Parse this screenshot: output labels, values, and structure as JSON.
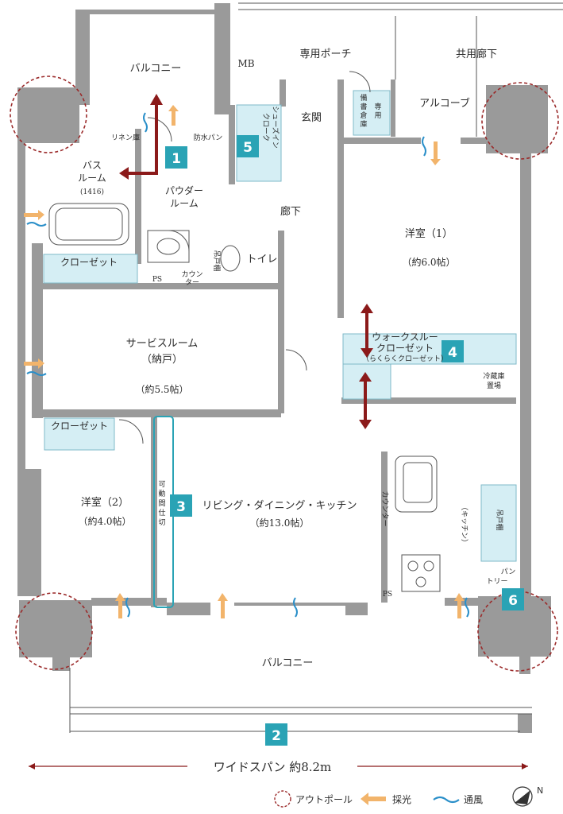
{
  "rooms": {
    "balcony_top": "バルコニー",
    "mb": "MB",
    "private_porch": "専用ポーチ",
    "common_corridor": "共用廊下",
    "alcove": "アルコーブ",
    "linen": "リネン庫",
    "bath_line1": "バス",
    "bath_line2": "ルーム",
    "bath_size": "(1416)",
    "waterproof_pan": "防水パン",
    "shoes_in_cloak_line1": "シューズイン",
    "shoes_in_cloak_line2": "クローク",
    "entrance": "玄関",
    "storage_line1": "備",
    "storage_line2": "書",
    "storage_line3": "倉",
    "storage_line4": "庫",
    "storage_col2_line1": "専",
    "storage_col2_line2": "用",
    "powder_line1": "パウダー",
    "powder_line2": "ルーム",
    "hallway": "廊下",
    "western1": "洋室（1）",
    "western1_size": "（約6.0帖）",
    "hanging_shelf": "吊戸棚",
    "toilet": "トイレ",
    "ps": "PS",
    "counter_line1": "カウン",
    "counter_line2": "ター",
    "closet": "クローゼット",
    "service_room_line1": "サービスルーム",
    "service_room_line2": "（納戸）",
    "service_room_size": "（約5.5帖）",
    "walk_through_line1": "ウォークスルー",
    "walk_through_line2": "クローゼット",
    "walk_through_line3": "（らくらくクローゼット）",
    "fridge_line1": "冷蔵庫",
    "fridge_line2": "置場",
    "closet2": "クローゼット",
    "western2": "洋室（2）",
    "western2_size": "（約4.0帖）",
    "movable_partition_line1": "可",
    "movable_partition_line2": "動",
    "movable_partition_line3": "間",
    "movable_partition_line4": "仕",
    "movable_partition_line5": "切",
    "ldk": "リビング・ダイニング・キッチン",
    "ldk_size": "（約13.0帖）",
    "kitchen_counter": "カウンター",
    "kitchen": "（キッチン）",
    "hanging_shelf2": "吊戸棚",
    "pantry_line1": "パン",
    "pantry_line2": "トリー",
    "ps2": "PS",
    "balcony_bottom": "バルコニー"
  },
  "badges": [
    "1",
    "2",
    "3",
    "4",
    "5",
    "6"
  ],
  "wide_span": "ワイドスパン 約8.2m",
  "legend": {
    "outpole": "アウトポール",
    "daylight": "採光",
    "ventilation": "通風"
  },
  "colors": {
    "wall": "#9a9a9a",
    "badge": "#2aa3b5",
    "closet_fill": "#d5eef4",
    "arrow_red": "#8b1a1a",
    "daylight": "#f2b46b",
    "ventilation": "#2a8fc9",
    "pole_dash": "#9b2a2a"
  },
  "icons": [
    "north-arrow-icon",
    "stove-icon",
    "sink-icon",
    "bathtub-icon",
    "toilet-icon"
  ]
}
